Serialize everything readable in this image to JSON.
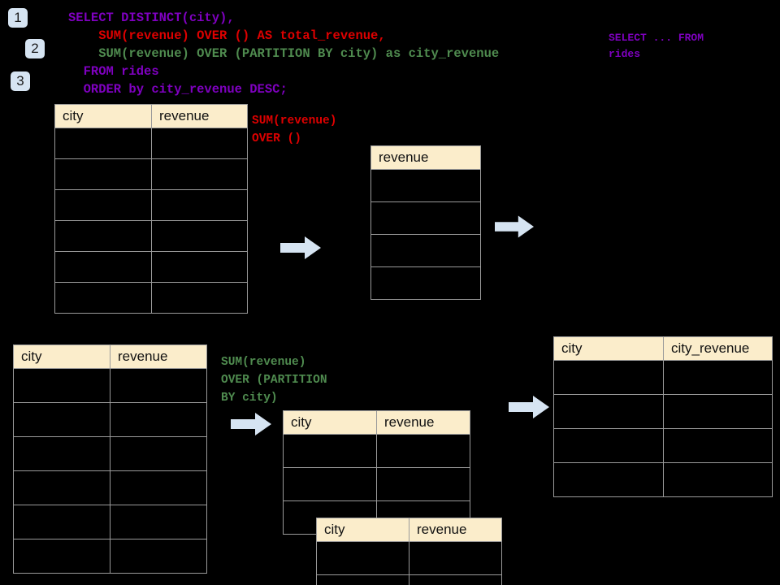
{
  "theme": {
    "background": "#000000",
    "header_fill": "#fbedcb",
    "grid_line": "#9a9a9a",
    "badge_fill": "#d6e4f2",
    "arrow_fill": "#d6e4f2",
    "arrow_stroke": "#b8cde4",
    "keyword_purple": "#7f00c0",
    "annotation_red": "#dd0000",
    "annotation_green": "#4f8b4f"
  },
  "badges": [
    {
      "label": "1"
    },
    {
      "label": "2"
    },
    {
      "label": "3"
    }
  ],
  "query": {
    "lines": [
      {
        "text": "SELECT DISTINCT(city),",
        "color": "purple"
      },
      {
        "text": "    SUM(revenue) OVER () AS total_revenue,",
        "color": "red"
      },
      {
        "text": "    SUM(revenue) OVER (PARTITION BY city) as city_revenue",
        "color": "green"
      },
      {
        "text": "  FROM rides",
        "color": "purple"
      },
      {
        "text": "  ORDER by city_revenue DESC;",
        "color": "purple"
      }
    ]
  },
  "annotations": {
    "select_from": "SELECT ... FROM\nrides",
    "sum_over_empty": "SUM(revenue)\nOVER ()",
    "sum_over_partition": "SUM(revenue)\nOVER (PARTITION\nBY city)"
  },
  "tables": {
    "source_top": {
      "name": "rides-source-table",
      "headers": [
        "city",
        "revenue"
      ],
      "body_rows": 6
    },
    "revenue_only": {
      "name": "total-revenue-table",
      "headers": [
        "revenue"
      ],
      "body_rows": 4
    },
    "source_bottom": {
      "name": "rides-source-table-partition",
      "headers": [
        "city",
        "revenue"
      ],
      "body_rows": 6
    },
    "partition_a": {
      "name": "partition-group-table-a",
      "headers": [
        "city",
        "revenue"
      ],
      "body_rows": 3
    },
    "partition_b": {
      "name": "partition-group-table-b",
      "headers": [
        "city",
        "revenue"
      ],
      "body_rows": 2
    },
    "result": {
      "name": "final-result-table",
      "headers": [
        "city",
        "city_revenue"
      ],
      "body_rows": 4
    }
  },
  "arrows": [
    {
      "name": "arrow-source-to-total"
    },
    {
      "name": "arrow-total-to-result"
    },
    {
      "name": "arrow-source-to-partition"
    },
    {
      "name": "arrow-partition-to-result"
    }
  ]
}
